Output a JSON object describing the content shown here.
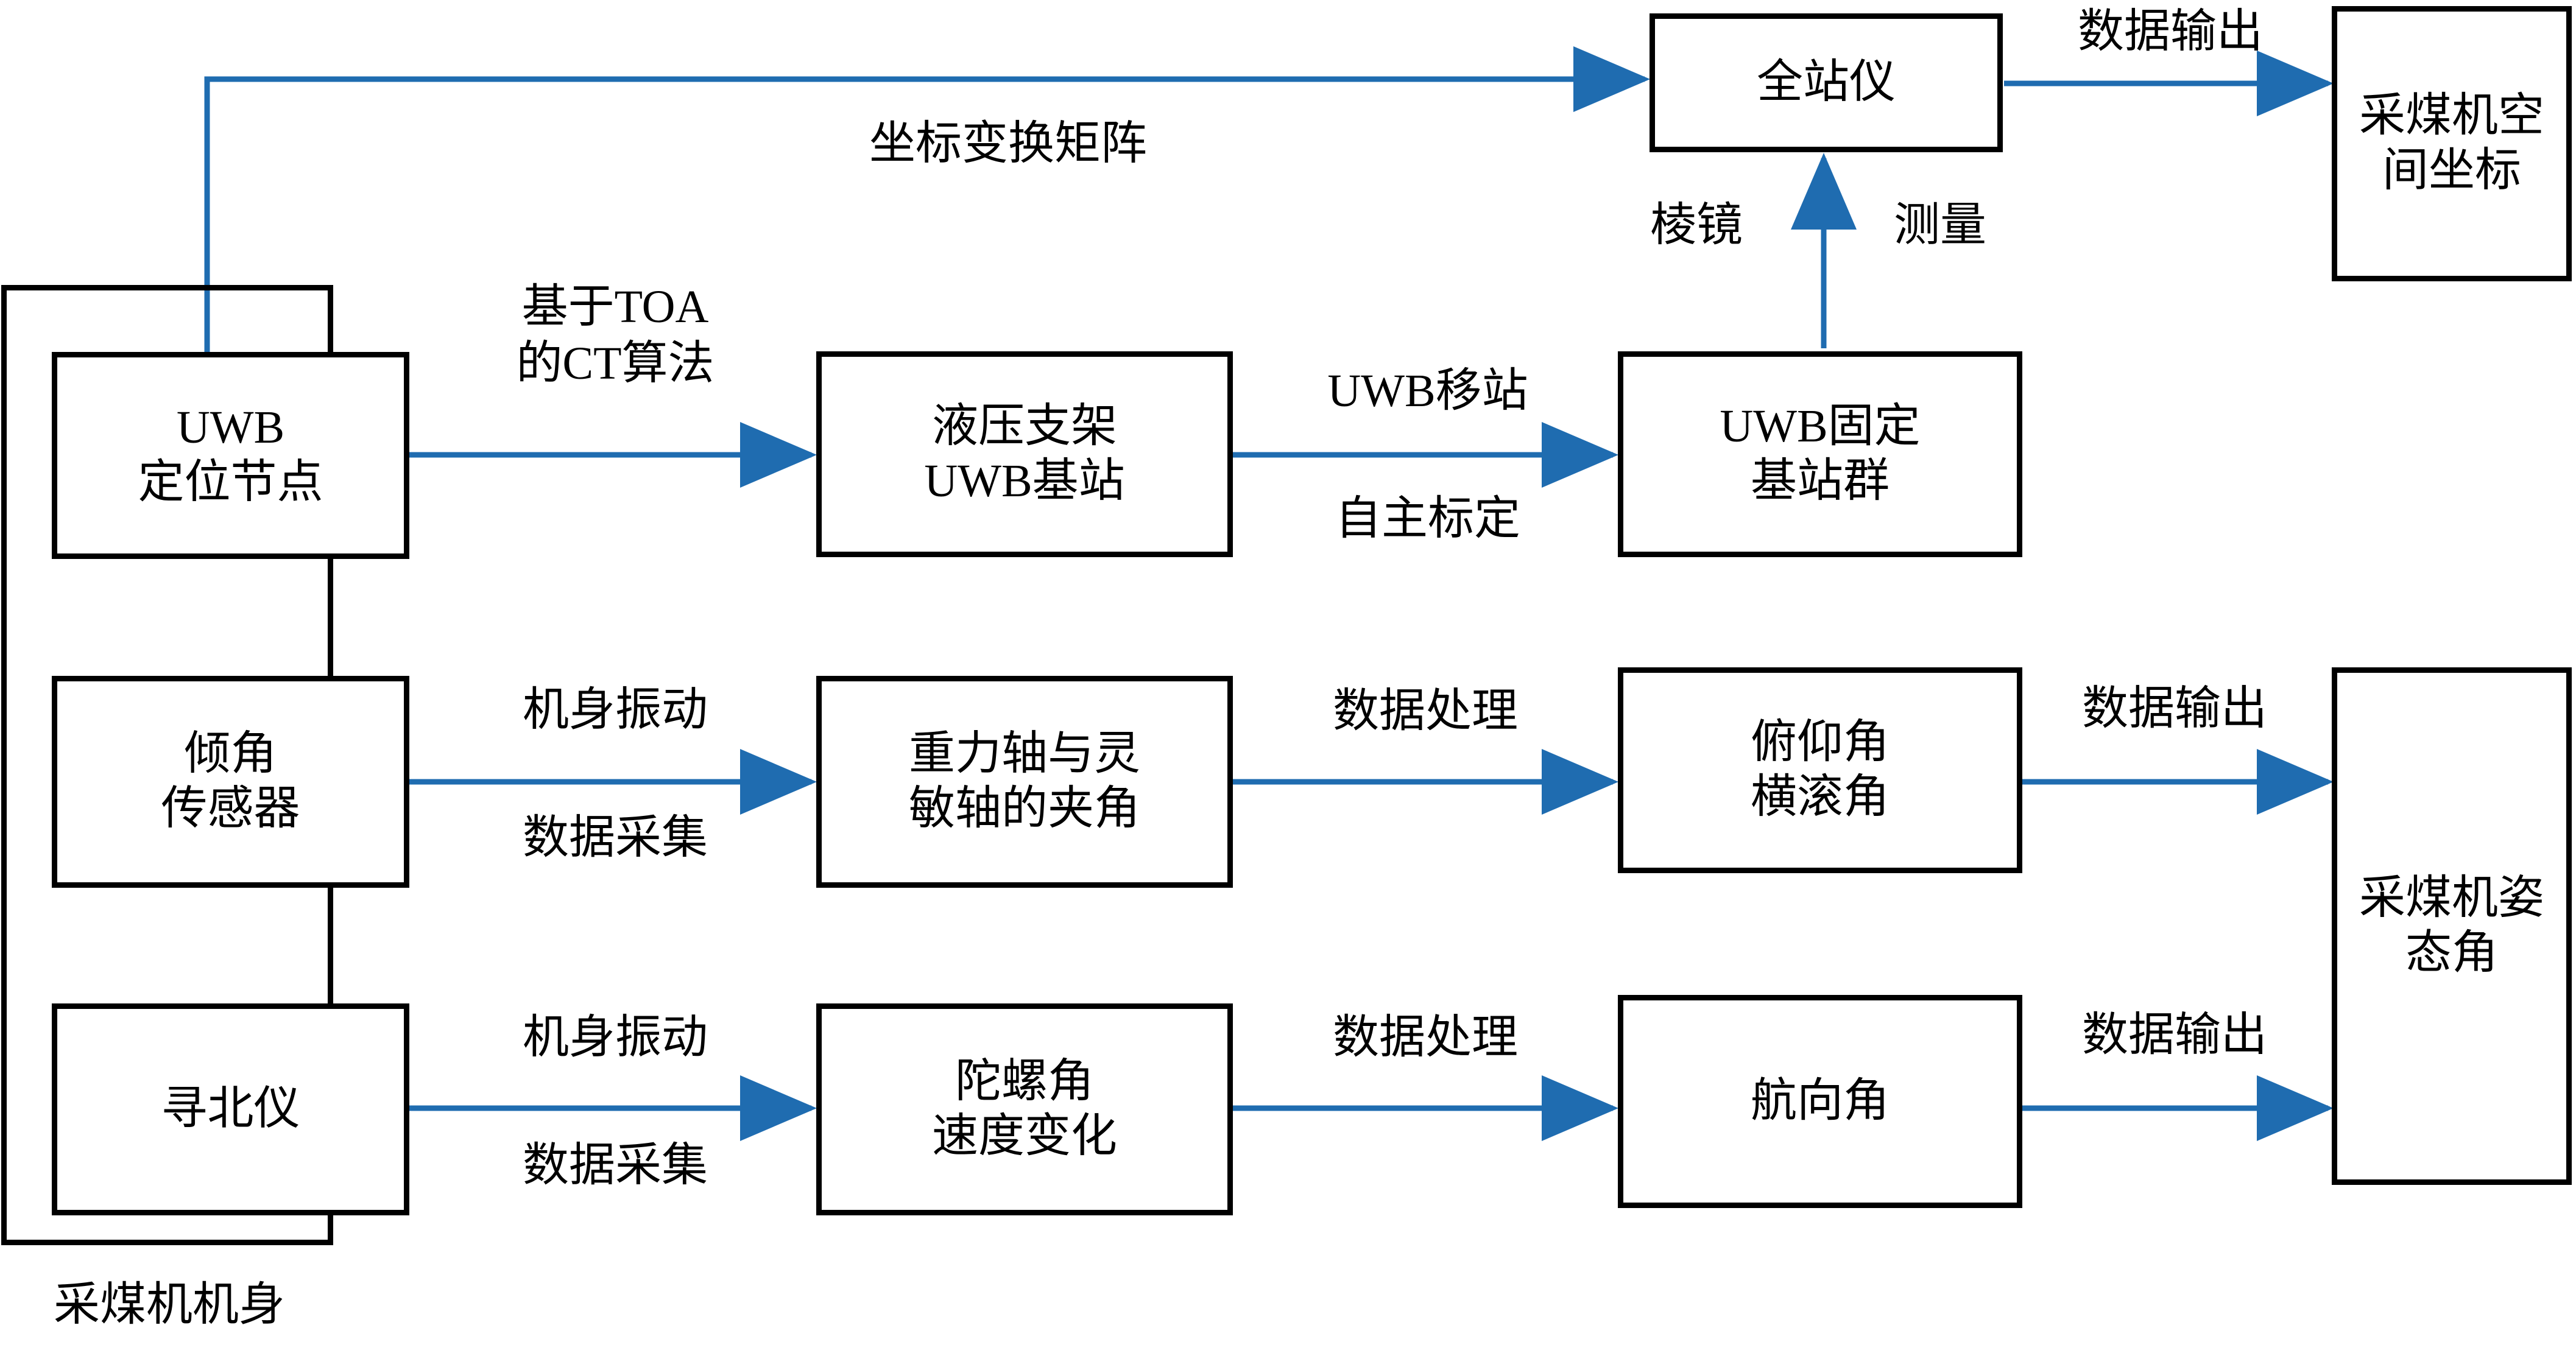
{
  "diagram": {
    "title_label": "采煤机机身",
    "accent_color": "#1f6cb0",
    "line_color": "#000000",
    "nodes": {
      "uwb_node": "UWB\n定位节点",
      "tilt_sensor": "倾角\n传感器",
      "north_finder": "寻北仪",
      "hydraulic_support_uwb": "液压支架\nUWB基站",
      "gravity_axis_angle": "重力轴与灵\n敏轴的夹角",
      "gyro_rate_change": "陀螺角\n速度变化",
      "uwb_fixed_group": "UWB固定\n基站群",
      "pitch_roll": "俯仰角\n横滚角",
      "heading_angle": "航向角",
      "total_station": "全站仪",
      "spatial_coordinate": "采煤机空\n间坐标",
      "attitude_angle": "采煤机姿\n态角"
    },
    "edge_labels": {
      "coord_transform_matrix": "坐标变换矩阵",
      "toa_ct_algorithm": "基于TOA\n的CT算法",
      "uwb_mobile_station": "UWB移站",
      "autonomous_calibration": "自主标定",
      "prism": "棱镜",
      "measurement": "测量",
      "data_output_top": "数据输出",
      "body_vibration_mid": "机身振动",
      "data_acquisition_mid": "数据采集",
      "data_processing_mid": "数据处理",
      "data_output_mid": "数据输出",
      "body_vibration_bottom": "机身振动",
      "data_acquisition_bottom": "数据采集",
      "data_processing_bottom": "数据处理",
      "data_output_bottom": "数据输出"
    }
  }
}
